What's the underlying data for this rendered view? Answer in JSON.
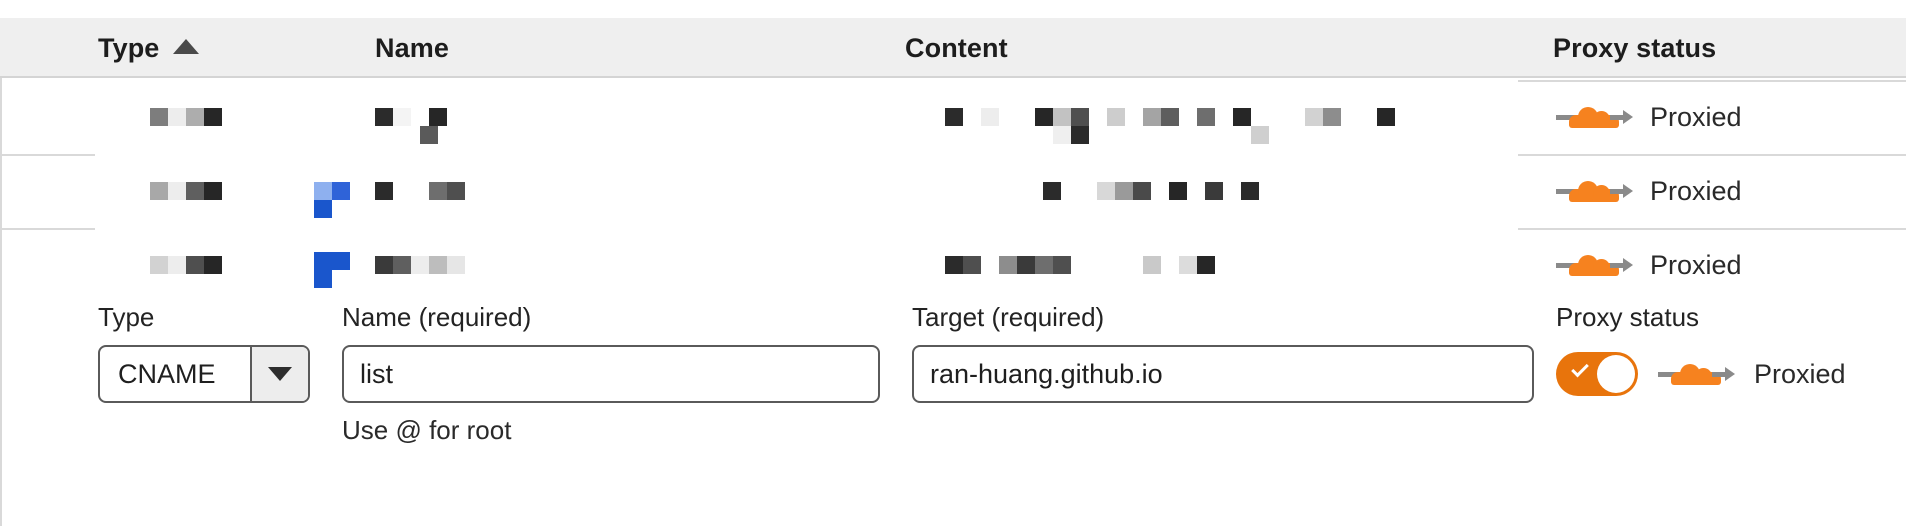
{
  "table": {
    "columns": [
      {
        "key": "type",
        "label": "Type",
        "sorted": true,
        "sort_direction": "asc",
        "sort_icon": "caret-up-icon"
      },
      {
        "key": "name",
        "label": "Name"
      },
      {
        "key": "content",
        "label": "Content"
      },
      {
        "key": "proxy_status",
        "label": "Proxy status"
      }
    ],
    "header_background": "#efefef",
    "rows": [
      {
        "type": "redacted",
        "name": "redacted",
        "content": "redacted",
        "proxy_status": "Proxied",
        "proxy_icon": "cloudflare-proxied-cloud-icon"
      },
      {
        "type": "redacted",
        "name": "redacted",
        "content": "redacted",
        "proxy_status": "Proxied",
        "proxy_icon": "cloudflare-proxied-cloud-icon"
      },
      {
        "type": "redacted",
        "name": "redacted",
        "content": "redacted",
        "proxy_status": "Proxied",
        "proxy_icon": "cloudflare-proxied-cloud-icon"
      }
    ]
  },
  "form": {
    "type": {
      "label": "Type",
      "value": "CNAME",
      "dropdown_icon": "chevron-down-icon"
    },
    "name": {
      "label": "Name (required)",
      "value": "list",
      "placeholder": "",
      "hint": "Use @ for root"
    },
    "target": {
      "label": "Target (required)",
      "value": "ran-huang.github.io",
      "placeholder": ""
    },
    "proxy": {
      "label": "Proxy status",
      "toggle_on": true,
      "toggle_icon": "check-icon",
      "status_text": "Proxied",
      "status_icon": "cloudflare-proxied-cloud-icon"
    }
  },
  "colors": {
    "cloudflare_orange": "#f6821f",
    "toggle_on": "#e8740c",
    "header_gray": "#efefef",
    "border_gray": "#d9d9d9",
    "text_dark": "#1d1d1d"
  }
}
